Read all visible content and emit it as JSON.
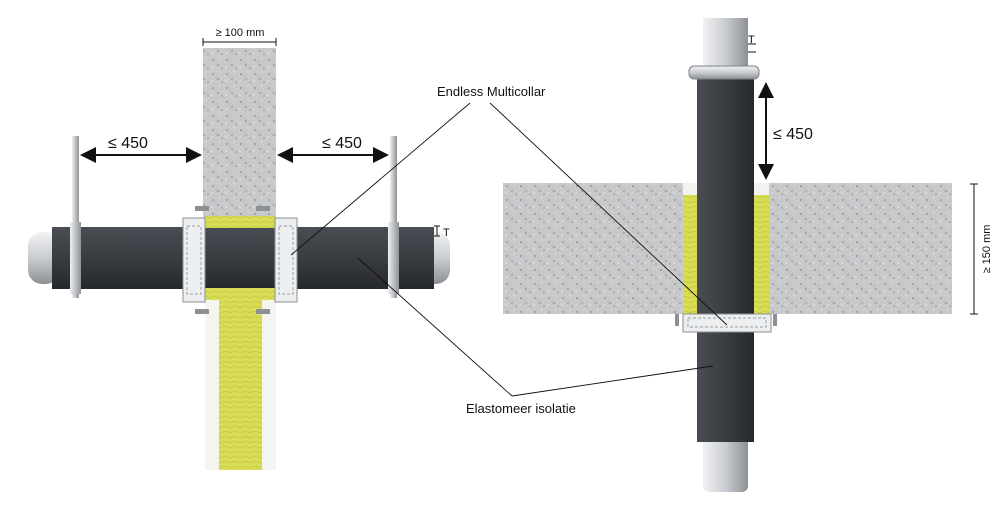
{
  "labels": {
    "wall_thickness": "≥ 100 mm",
    "clamp_distance_left": "≤ 450",
    "clamp_distance_right": "≤ 450",
    "insulation_thickness_left": "T",
    "insulation_thickness_right": "T",
    "clamp_distance_vertical": "≤ 450",
    "floor_thickness": "≥ 150 mm",
    "callout_collar": "Endless Multicollar",
    "callout_insulation": "Elastomeer isolatie"
  },
  "colors": {
    "concrete": "#c4c6c8",
    "insulation": "#3a3d42",
    "pipe": "#d9dcdf",
    "mineral_wool": "#d8de62",
    "collar": "#e8eaec"
  }
}
